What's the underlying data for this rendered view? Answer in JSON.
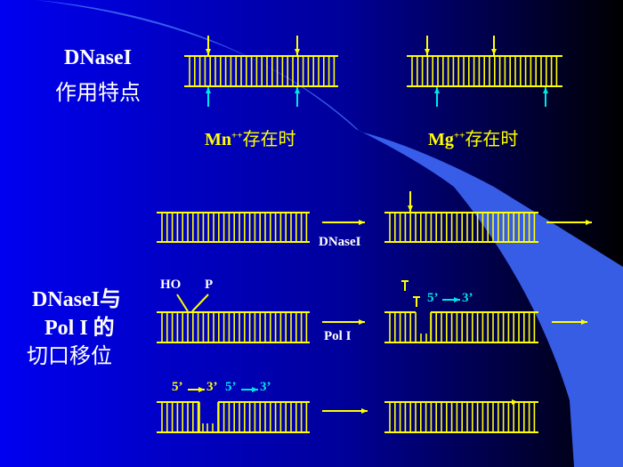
{
  "colors": {
    "strand": "#ffff00",
    "cyan": "#00e6e6",
    "bg_left": "#0000f0",
    "bg_right": "#000000",
    "accent": "#3a62f0"
  },
  "title": {
    "line1": "DNaseI",
    "line2": "作用特点"
  },
  "top": {
    "mn_label": "Mn",
    "mn_sup": "++",
    "mn_suffix": "存在时",
    "mg_label": "Mg",
    "mg_sup": "++",
    "mg_suffix": "存在时"
  },
  "nick": {
    "line1": "DNaseI与",
    "line2": "Pol I 的",
    "line3": "切口移位"
  },
  "steps": {
    "dnase_label": "DNaseI",
    "pol_label": "Pol I",
    "ho_label": "HO",
    "p_label": "P",
    "five": "5’",
    "three": "3’"
  }
}
